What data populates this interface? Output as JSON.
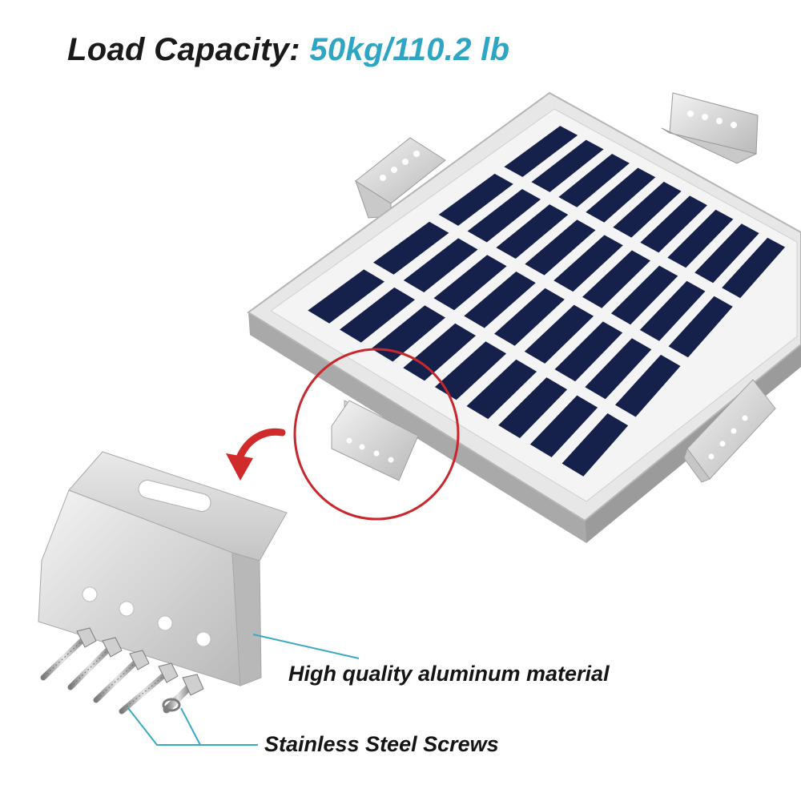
{
  "heading": {
    "label": "Load Capacity:",
    "value": "50kg/110.2 lb",
    "value_color": "#2ea6c3"
  },
  "callouts": {
    "material": "High quality aluminum material",
    "screws": "Stainless Steel Screws",
    "leader_color": "#3aa9c4"
  },
  "highlight_color": "#c8282d",
  "cell_color": "#15214a",
  "icons": [
    "curved-arrow-icon"
  ]
}
